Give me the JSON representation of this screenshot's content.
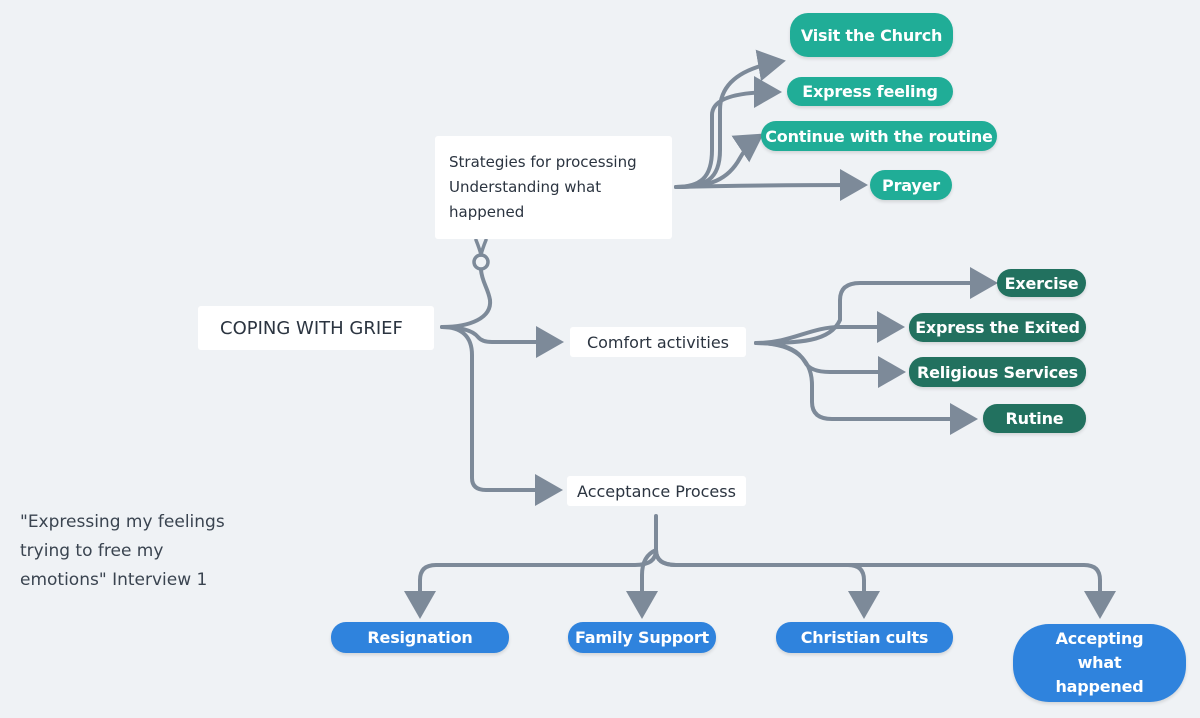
{
  "diagram": {
    "root": "COPING WITH GRIEF",
    "categories": {
      "strategies": "Strategies for processing\nUnderstanding what\nhappened",
      "comfort": "Comfort activities",
      "acceptance": "Acceptance Process"
    },
    "strategies_items": [
      "Visit the Church",
      "Express feeling",
      "Continue with the routine",
      "Prayer"
    ],
    "comfort_items": [
      "Exercise",
      "Express the Exited",
      "Religious Services",
      "Rutine"
    ],
    "acceptance_items": [
      "Resignation",
      "Family Support",
      "Christian cults",
      "Accepting what happened"
    ],
    "quote": "\"Expressing my feelings\ntrying to free my\nemotions\" Interview 1"
  },
  "colors": {
    "connector": "#7d8a99",
    "strategies_pill": "#20ad97",
    "comfort_pill": "#22715f",
    "acceptance_pill": "#2f83dd",
    "background": "#eff2f5"
  }
}
